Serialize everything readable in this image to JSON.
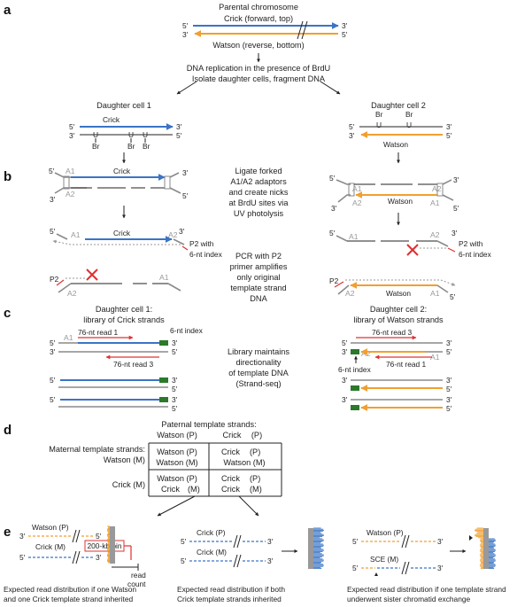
{
  "panels": {
    "a": "a",
    "b": "b",
    "c": "c",
    "d": "d",
    "e": "e"
  },
  "primes": {
    "five": "5′",
    "three": "3′"
  },
  "a": {
    "parental": "Parental chromosome",
    "crick_top": "Crick (forward, top)",
    "watson_bottom": "Watson (reverse, bottom)",
    "replication_1": "DNA replication in the presence of BrdU",
    "replication_2": "Isolate daughter cells, fragment DNA",
    "daughter1": "Daughter cell 1",
    "daughter2": "Daughter cell 2",
    "crick": "Crick",
    "watson": "Watson",
    "u": "U",
    "br": "Br"
  },
  "b": {
    "mid_1": "Ligate forked",
    "mid_2": "A1/A2 adaptors",
    "mid_3": "and create nicks",
    "mid_4": "at BrdU sites via",
    "mid_5": "UV photolysis",
    "a1": "A1",
    "a2": "A2",
    "p2": "P2",
    "p2_with_1": "P2 with",
    "p2_with_2": "6-nt index",
    "pcr_1": "PCR with P2",
    "pcr_2": "primer amplifies",
    "pcr_3": "only original",
    "pcr_4": "template strand",
    "pcr_5": "DNA"
  },
  "c": {
    "lib1_1": "Daughter cell 1:",
    "lib1_2": "library of Crick strands",
    "lib2_1": "Daughter cell 2:",
    "lib2_2": "library of Watson strands",
    "read1": "76-nt read 1",
    "read3": "76-nt read 3",
    "index": "6-nt index",
    "mid_1": "Library maintains",
    "mid_2": "directionality",
    "mid_3": "of template DNA",
    "mid_4": "(Strand-seq)"
  },
  "d": {
    "paternal": "Paternal template strands:",
    "col_watson": "Watson (P)",
    "col_crick": "Crick",
    "col_p": "(P)",
    "maternal": "Maternal template strands:",
    "row_watson": "Watson (M)",
    "row_crick": "Crick (M)",
    "cell_watson_p": "Watson (P)",
    "cell_watson_m": "Watson (M)",
    "cell_crick": "Crick",
    "cell_p": "(P)",
    "cell_m": "(M)"
  },
  "e": {
    "watson_p": "Watson (P)",
    "crick_m": "Crick (M)",
    "crick_p": "Crick (P)",
    "sce_m": "SCE (M)",
    "bin": "200-kb bin",
    "read": "read",
    "count": "count",
    "cap1_1": "Expected read distribution if one Watson",
    "cap1_2": "and one Crick template strand inherited",
    "cap2_1": "Expected read distribution if both",
    "cap2_2": "Crick template strands inherited",
    "cap3_1": "Expected read distribution if one template strand",
    "cap3_2": "underwent sister chromatid exchange"
  },
  "colors": {
    "crick": "#3b74c4",
    "watson": "#f0a030",
    "primer": "#e03030",
    "index": "#2a7a2a",
    "adaptor": "#8a8a8a"
  }
}
